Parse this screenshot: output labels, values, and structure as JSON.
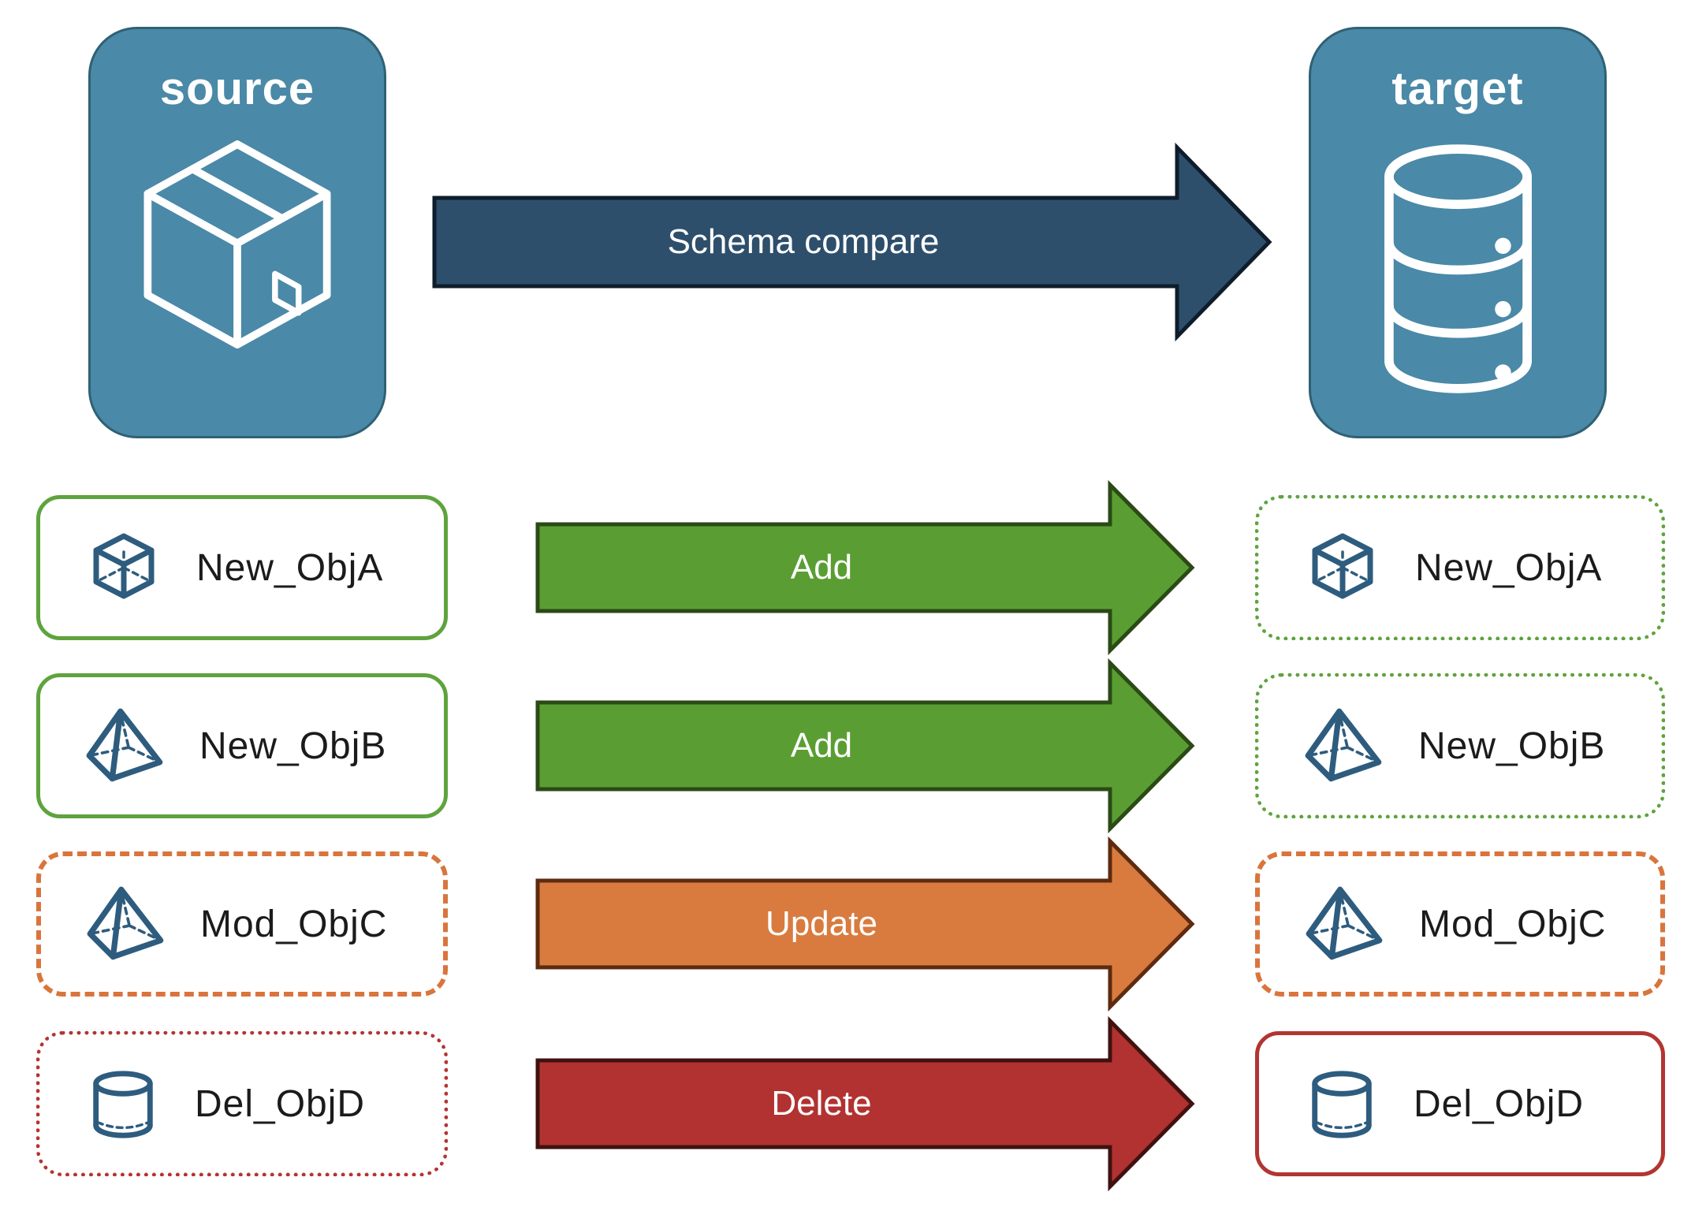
{
  "diagram_title": "Schema compare",
  "source_node": {
    "title": "source",
    "icon": "package-box-icon",
    "fill": "#4a89a7",
    "border_color": "#2f6175"
  },
  "target_node": {
    "title": "target",
    "icon": "database-icon",
    "fill": "#4a89a7",
    "border_color": "#2f6175"
  },
  "compare_arrow": {
    "label": "Schema compare",
    "fill": "#2d4f6b",
    "outline": "#0f1d2b",
    "text_color": "#ffffff"
  },
  "rows": [
    {
      "object": "New_ObjA",
      "icon": "cube-icon",
      "action": "Add",
      "arrow": {
        "fill": "#5a9e33",
        "outline": "#2b4a16"
      },
      "source_box": {
        "border_style": "solid",
        "border_color": "#5ea33d"
      },
      "target_box": {
        "border_style": "dotted",
        "border_color": "#5ea33d"
      }
    },
    {
      "object": "New_ObjB",
      "icon": "pyramid-icon",
      "action": "Add",
      "arrow": {
        "fill": "#5a9e33",
        "outline": "#2b4a16"
      },
      "source_box": {
        "border_style": "solid",
        "border_color": "#5ea33d"
      },
      "target_box": {
        "border_style": "dotted",
        "border_color": "#5ea33d"
      }
    },
    {
      "object": "Mod_ObjC",
      "icon": "pyramid-icon",
      "action": "Update",
      "arrow": {
        "fill": "#d97b3e",
        "outline": "#5d2b10"
      },
      "source_box": {
        "border_style": "dashed",
        "border_color": "#d9753c"
      },
      "target_box": {
        "border_style": "dashed",
        "border_color": "#d9753c"
      }
    },
    {
      "object": "Del_ObjD",
      "icon": "cylinder-icon",
      "action": "Delete",
      "arrow": {
        "fill": "#b13231",
        "outline": "#3f1210"
      },
      "source_box": {
        "border_style": "dotted",
        "border_color": "#b23532"
      },
      "target_box": {
        "border_style": "solid",
        "border_color": "#b23532"
      }
    }
  ],
  "colors": {
    "node_fill": "#4a89a7",
    "node_border": "#2f6175",
    "object_icon_blue": "#2e5c7e",
    "label_text": "#1b1b1b",
    "background": "#ffffff"
  }
}
